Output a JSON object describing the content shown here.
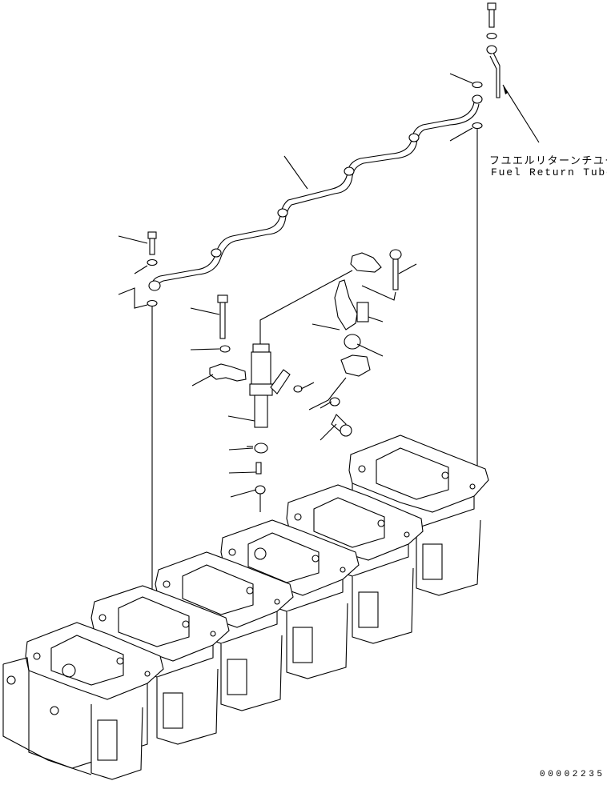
{
  "diagram": {
    "type": "exploded parts illustration",
    "subject": "Engine cylinder heads with fuel injectors and fuel return tube",
    "callouts": [
      {
        "id": "fuel-return-tube",
        "label_jp": "フユエルリターンチユーブ",
        "label_en": "Fuel Return Tube"
      }
    ],
    "drawing_number": "00002235",
    "cylinder_head_count": 6,
    "leader_lines_unlabeled": 22,
    "colors": {
      "line": "#000000",
      "background": "#ffffff"
    }
  }
}
